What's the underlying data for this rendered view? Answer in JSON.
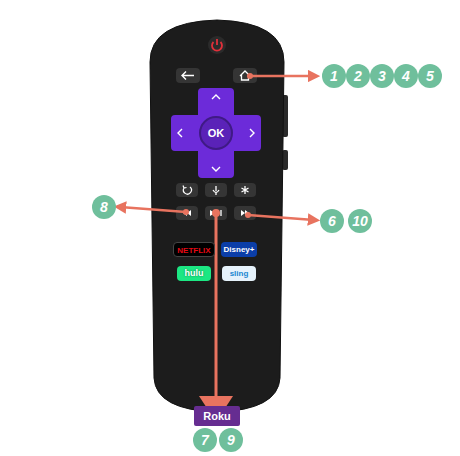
{
  "diagram": {
    "labels": [
      "1",
      "2",
      "3",
      "4",
      "5",
      "OK",
      "8",
      "6",
      "10",
      "NETFLIX",
      "Disney+",
      "hulu",
      "sling",
      "Roku",
      "7",
      "9"
    ]
  }
}
